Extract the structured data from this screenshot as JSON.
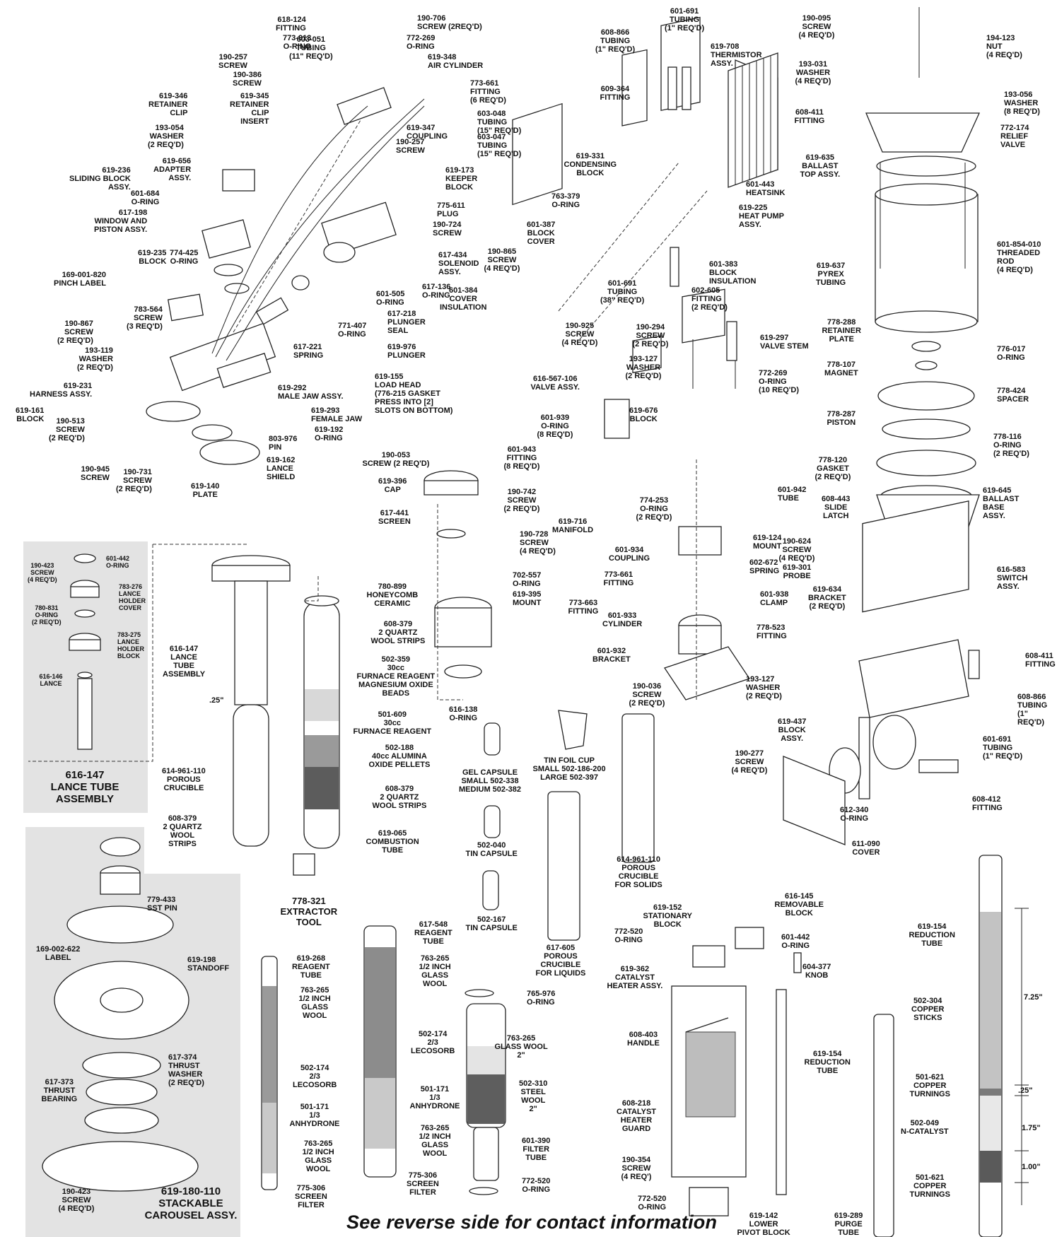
{
  "footer": "See reverse side for contact information",
  "insets": {
    "lance": {
      "title": "616-147\nLANCE TUBE\nASSEMBLY"
    },
    "carousel": {
      "title": "619-180-110\nSTACKABLE\nCAROUSEL ASSY."
    }
  },
  "dimensions": {
    "lance_gap": ".25\"",
    "reduction_top": "7.25\"",
    "reduction_mid1": ".25\"",
    "reduction_mid2": "1.75\"",
    "reduction_bottom": "1.00\""
  },
  "callouts": [
    {
      "text": "618-124\nFITTING",
      "id": "c618-124"
    },
    {
      "text": "773-913\nO-RING",
      "id": "c773-913"
    },
    {
      "text": "190-706\nSCREW (2REQ'D)",
      "id": "c190-706"
    },
    {
      "text": "772-269\nO-RING",
      "id": "c772-269a"
    },
    {
      "text": "603-051\nTUBING\n(11\" REQ'D)",
      "id": "c603-051"
    },
    {
      "text": "619-348\nAIR CYLINDER",
      "id": "c619-348"
    },
    {
      "text": "190-257\nSCREW",
      "id": "c190-257a"
    },
    {
      "text": "190-386\nSCREW",
      "id": "c190-386"
    },
    {
      "text": "773-661\nFITTING\n(6 REQ'D)",
      "id": "c773-661a"
    },
    {
      "text": "619-346\nRETAINER\nCLIP",
      "id": "c619-346"
    },
    {
      "text": "619-345\nRETAINER\nCLIP\nINSERT",
      "id": "c619-345"
    },
    {
      "text": "603-048\nTUBING\n(15\" REQ'D)",
      "id": "c603-048"
    },
    {
      "text": "619-347\nCOUPLING",
      "id": "c619-347"
    },
    {
      "text": "193-054\nWASHER\n(2 REQ'D)",
      "id": "c193-054"
    },
    {
      "text": "603-047\nTUBING\n(15\" REQ'D)",
      "id": "c603-047"
    },
    {
      "text": "190-257\nSCREW",
      "id": "c190-257b"
    },
    {
      "text": "619-656\nADAPTER\nASSY.",
      "id": "c619-656"
    },
    {
      "text": "619-236\nSLIDING BLOCK\nASSY.",
      "id": "c619-236"
    },
    {
      "text": "619-173\nKEEPER\nBLOCK",
      "id": "c619-173"
    },
    {
      "text": "601-684\nO-RING",
      "id": "c601-684"
    },
    {
      "text": "775-611\nPLUG",
      "id": "c775-611"
    },
    {
      "text": "617-198\nWINDOW AND\nPISTON ASSY.",
      "id": "c617-198"
    },
    {
      "text": "190-724\nSCREW",
      "id": "c190-724"
    },
    {
      "text": "619-235\nBLOCK",
      "id": "c619-235"
    },
    {
      "text": "774-425\nO-RING",
      "id": "c774-425"
    },
    {
      "text": "617-434\nSOLENOID\nASSY.",
      "id": "c617-434"
    },
    {
      "text": "169-001-820\nPINCH LABEL",
      "id": "c169-001-820"
    },
    {
      "text": "617-136\nO-RING",
      "id": "c617-136"
    },
    {
      "text": "601-505\nO-RING",
      "id": "c601-505"
    },
    {
      "text": "783-564\nSCREW\n(3 REQ'D)",
      "id": "c783-564"
    },
    {
      "text": "617-218\nPLUNGER\nSEAL",
      "id": "c617-218"
    },
    {
      "text": "771-407\nO-RING",
      "id": "c771-407"
    },
    {
      "text": "190-867\nSCREW\n(2 REQ'D)",
      "id": "c190-867"
    },
    {
      "text": "617-221\nSPRING",
      "id": "c617-221"
    },
    {
      "text": "619-976\nPLUNGER",
      "id": "c619-976"
    },
    {
      "text": "193-119\nWASHER\n(2 REQ'D)",
      "id": "c193-119"
    },
    {
      "text": "619-155\nLOAD HEAD\n(776-215 GASKET\nPRESS INTO [2]\nSLOTS ON BOTTOM)",
      "id": "c619-155"
    },
    {
      "text": "619-231\nHARNESS ASSY.",
      "id": "c619-231"
    },
    {
      "text": "619-292\nMALE JAW ASSY.",
      "id": "c619-292"
    },
    {
      "text": "619-161\nBLOCK",
      "id": "c619-161"
    },
    {
      "text": "619-293\nFEMALE JAW",
      "id": "c619-293"
    },
    {
      "text": "190-513\nSCREW\n(2 REQ'D)",
      "id": "c190-513"
    },
    {
      "text": "619-192\nO-RING",
      "id": "c619-192"
    },
    {
      "text": "803-976\nPIN",
      "id": "c803-976"
    },
    {
      "text": "190-945\nSCREW",
      "id": "c190-945"
    },
    {
      "text": "190-731\nSCREW\n(2 REQ'D)",
      "id": "c190-731"
    },
    {
      "text": "619-162\nLANCE\nSHIELD",
      "id": "c619-162"
    },
    {
      "text": "619-140\nPLATE",
      "id": "c619-140"
    },
    {
      "text": "601-691\nTUBING\n(1\" REQ'D)",
      "id": "c601-691a"
    },
    {
      "text": "608-866\nTUBING\n(1\" REQ'D)",
      "id": "c608-866a"
    },
    {
      "text": "619-708\nTHERMISTOR\nASSY.",
      "id": "c619-708"
    },
    {
      "text": "609-364\nFITTING",
      "id": "c609-364"
    },
    {
      "text": "619-331\nCONDENSING\nBLOCK",
      "id": "c619-331"
    },
    {
      "text": "601-443\nHEATSINK",
      "id": "c601-443"
    },
    {
      "text": "763-379\nO-RING",
      "id": "c763-379"
    },
    {
      "text": "619-225\nHEAT PUMP\nASSY.",
      "id": "c619-225"
    },
    {
      "text": "601-387\nBLOCK\nCOVER",
      "id": "c601-387"
    },
    {
      "text": "190-865\nSCREW\n(4 REQ'D)",
      "id": "c190-865"
    },
    {
      "text": "601-383\nBLOCK\nINSULATION",
      "id": "c601-383"
    },
    {
      "text": "601-384\nCOVER\nINSULATION",
      "id": "c601-384"
    },
    {
      "text": "601-691\nTUBING\n(38\" REQ'D)",
      "id": "c601-691b"
    },
    {
      "text": "602-605\nFITTING\n(2 REQ'D)",
      "id": "c602-605"
    },
    {
      "text": "190-925\nSCREW\n(4 REQ'D)",
      "id": "c190-925"
    },
    {
      "text": "190-095\nSCREW\n(4 REQ'D)",
      "id": "c190-095"
    },
    {
      "text": "194-123\nNUT\n(4 REQ'D)",
      "id": "c194-123"
    },
    {
      "text": "193-031\nWASHER\n(4 REQ'D)",
      "id": "c193-031"
    },
    {
      "text": "193-056\nWASHER\n(8 REQ'D)",
      "id": "c193-056"
    },
    {
      "text": "608-411\nFITTING",
      "id": "c608-411a"
    },
    {
      "text": "772-174\nRELIEF\nVALVE",
      "id": "c772-174"
    },
    {
      "text": "619-635\nBALLAST\nTOP ASSY.",
      "id": "c619-635"
    },
    {
      "text": "601-854-010\nTHREADED\nROD\n(4 REQ'D)",
      "id": "c601-854-010"
    },
    {
      "text": "619-637\nPYREX\nTUBING",
      "id": "c619-637"
    },
    {
      "text": "778-288\nRETAINER\nPLATE",
      "id": "c778-288"
    },
    {
      "text": "776-017\nO-RING",
      "id": "c776-017"
    },
    {
      "text": "778-107\nMAGNET",
      "id": "c778-107"
    },
    {
      "text": "778-424\nSPACER",
      "id": "c778-424"
    },
    {
      "text": "778-287\nPISTON",
      "id": "c778-287"
    },
    {
      "text": "778-116\nO-RING\n(2 REQ'D)",
      "id": "c778-116"
    },
    {
      "text": "778-120\nGASKET\n(2 REQ'D)",
      "id": "c778-120"
    },
    {
      "text": "619-645\nBALLAST\nBASE\nASSY.",
      "id": "c619-645"
    },
    {
      "text": "608-443\nSLIDE\nLATCH",
      "id": "c608-443"
    },
    {
      "text": "190-624\nSCREW\n(4 REQ'D)",
      "id": "c190-624"
    },
    {
      "text": "619-301\nPROBE",
      "id": "c619-301"
    },
    {
      "text": "616-583\nSWITCH\nASSY.",
      "id": "c616-583"
    },
    {
      "text": "619-634\nBRACKET\n(2 REQ'D)",
      "id": "c619-634"
    },
    {
      "text": "190-294\nSCREW\n(2 REQ'D)",
      "id": "c190-294"
    },
    {
      "text": "619-297\nVALVE STEM",
      "id": "c619-297"
    },
    {
      "text": "193-127\nWASHER\n(2 REQ'D)",
      "id": "c193-127a"
    },
    {
      "text": "772-269\nO-RING\n(10 REQ'D)",
      "id": "c772-269b"
    },
    {
      "text": "616-567-106\nVALVE ASSY.",
      "id": "c616-567-106"
    },
    {
      "text": "619-676\nBLOCK",
      "id": "c619-676"
    },
    {
      "text": "601-939\nO-RING\n(8 REQ'D)",
      "id": "c601-939"
    },
    {
      "text": "601-943\nFITTING\n(8 REQ'D)",
      "id": "c601-943"
    },
    {
      "text": "190-742\nSCREW\n(2 REQ'D)",
      "id": "c190-742"
    },
    {
      "text": "774-253\nO-RING\n(2 REQ'D)",
      "id": "c774-253"
    },
    {
      "text": "601-942\nTUBE",
      "id": "c601-942"
    },
    {
      "text": "619-716\nMANIFOLD",
      "id": "c619-716"
    },
    {
      "text": "619-124\nMOUNT",
      "id": "c619-124"
    },
    {
      "text": "601-934\nCOUPLING",
      "id": "c601-934"
    },
    {
      "text": "602-672\nSPRING",
      "id": "c602-672"
    },
    {
      "text": "773-661\nFITTING",
      "id": "c773-661b"
    },
    {
      "text": "601-938\nCLAMP",
      "id": "c601-938"
    },
    {
      "text": "773-663\nFITTING",
      "id": "c773-663"
    },
    {
      "text": "601-933\nCYLINDER",
      "id": "c601-933"
    },
    {
      "text": "778-523\nFITTING",
      "id": "c778-523"
    },
    {
      "text": "601-932\nBRACKET",
      "id": "c601-932"
    },
    {
      "text": "193-127\nWASHER\n(2 REQ'D)",
      "id": "c193-127b"
    },
    {
      "text": "190-036\nSCREW\n(2 REQ'D)",
      "id": "c190-036"
    },
    {
      "text": "190-053\nSCREW (2 REQ'D)",
      "id": "c190-053"
    },
    {
      "text": "619-396\nCAP",
      "id": "c619-396"
    },
    {
      "text": "617-441\nSCREEN",
      "id": "c617-441"
    },
    {
      "text": "190-728\nSCREW\n(4 REQ'D)",
      "id": "c190-728"
    },
    {
      "text": "702-557\nO-RING",
      "id": "c702-557"
    },
    {
      "text": "619-395\nMOUNT",
      "id": "c619-395"
    },
    {
      "text": "616-138\nO-RING",
      "id": "c616-138"
    },
    {
      "text": "601-442\nO-RING",
      "id": "c601-442a",
      "sm": true
    },
    {
      "text": "190-423\nSCREW\n(4 REQ'D)",
      "id": "c190-423a",
      "sm": true
    },
    {
      "text": "783-276\nLANCE\nHOLDER\nCOVER",
      "id": "c783-276",
      "sm": true
    },
    {
      "text": "780-831\nO-RING\n(2 REQ'D)",
      "id": "c780-831",
      "sm": true
    },
    {
      "text": "783-275\nLANCE\nHOLDER\nBLOCK",
      "id": "c783-275",
      "sm": true
    },
    {
      "text": "616-146\nLANCE",
      "id": "c616-146",
      "sm": true
    },
    {
      "text": "616-147\nLANCE\nTUBE\nASSEMBLY",
      "id": "c616-147"
    },
    {
      "text": "614-961-110\nPOROUS\nCRUCIBLE",
      "id": "c614-961-110a"
    },
    {
      "text": "608-379\n2 QUARTZ\nWOOL\nSTRIPS",
      "id": "c608-379a"
    },
    {
      "text": "780-899\nHONEYCOMB\nCERAMIC",
      "id": "c780-899"
    },
    {
      "text": "608-379\n2  QUARTZ\nWOOL STRIPS",
      "id": "c608-379b"
    },
    {
      "text": "502-359\n30cc\nFURNACE REAGENT\nMAGNESIUM OXIDE\nBEADS",
      "id": "c502-359"
    },
    {
      "text": "501-609\n30cc\nFURNACE REAGENT",
      "id": "c501-609"
    },
    {
      "text": "502-188\n40cc ALUMINA\nOXIDE PELLETS",
      "id": "c502-188"
    },
    {
      "text": "608-379\n2 QUARTZ\nWOOL STRIPS",
      "id": "c608-379c"
    },
    {
      "text": "619-065\nCOMBUSTION\nTUBE",
      "id": "c619-065"
    },
    {
      "text": "778-321\nEXTRACTOR\nTOOL",
      "id": "c778-321",
      "big": true
    },
    {
      "text": "GEL CAPSULE\nSMALL 502-338\nMEDIUM 502-382",
      "id": "c-gel"
    },
    {
      "text": "TIN FOIL CUP\nSMALL 502-186-200\nLARGE 502-397",
      "id": "c-tinfoil"
    },
    {
      "text": "502-040\nTIN CAPSULE",
      "id": "c502-040"
    },
    {
      "text": "614-961-110\nPOROUS\nCRUCIBLE\nFOR SOLIDS",
      "id": "c614-961-110b"
    },
    {
      "text": "502-167\nTIN CAPSULE",
      "id": "c502-167"
    },
    {
      "text": "617-605\nPOROUS\nCRUCIBLE\nFOR LIQUIDS",
      "id": "c617-605"
    },
    {
      "text": "608-411\nFITTING",
      "id": "c608-411b"
    },
    {
      "text": "608-866\nTUBING\n(1\" REQ'D)",
      "id": "c608-866b"
    },
    {
      "text": "619-437\nBLOCK\nASSY.",
      "id": "c619-437"
    },
    {
      "text": "601-691\nTUBING\n(1\" REQ'D)",
      "id": "c601-691c"
    },
    {
      "text": "190-277\nSCREW\n(4 REQ'D)",
      "id": "c190-277"
    },
    {
      "text": "608-412\nFITTING",
      "id": "c608-412"
    },
    {
      "text": "612-340\nO-RING",
      "id": "c612-340"
    },
    {
      "text": "611-090\nCOVER",
      "id": "c611-090"
    },
    {
      "text": "779-433\nSST PIN",
      "id": "c779-433"
    },
    {
      "text": "169-002-622\nLABEL",
      "id": "c169-002-622"
    },
    {
      "text": "619-198\nSTANDOFF",
      "id": "c619-198"
    },
    {
      "text": "617-374\nTHRUST\nWASHER\n(2 REQ'D)",
      "id": "c617-374"
    },
    {
      "text": "617-373\nTHRUST\nBEARING",
      "id": "c617-373"
    },
    {
      "text": "190-423\nSCREW\n(4 REQ'D)",
      "id": "c190-423b"
    },
    {
      "text": "619-268\nREAGENT\nTUBE",
      "id": "c619-268"
    },
    {
      "text": "763-265\n1/2 INCH\nGLASS\nWOOL",
      "id": "c763-265a"
    },
    {
      "text": "502-174\n2/3\nLECOSORB",
      "id": "c502-174a"
    },
    {
      "text": "501-171\n1/3\nANHYDRONE",
      "id": "c501-171a"
    },
    {
      "text": "763-265\n1/2 INCH\nGLASS\nWOOL",
      "id": "c763-265b"
    },
    {
      "text": "775-306\nSCREEN\nFILTER",
      "id": "c775-306a"
    },
    {
      "text": "617-548\nREAGENT\nTUBE",
      "id": "c617-548"
    },
    {
      "text": "763-265\n1/2 INCH\nGLASS\nWOOL",
      "id": "c763-265c"
    },
    {
      "text": "502-174\n2/3\nLECOSORB",
      "id": "c502-174b"
    },
    {
      "text": "501-171\n1/3\nANHYDRONE",
      "id": "c501-171b"
    },
    {
      "text": "763-265\n1/2 INCH\nGLASS\nWOOL",
      "id": "c763-265d"
    },
    {
      "text": "775-306\nSCREEN\nFILTER",
      "id": "c775-306b"
    },
    {
      "text": "765-976\nO-RING",
      "id": "c765-976"
    },
    {
      "text": "763-265\nGLASS WOOL\n2\"",
      "id": "c763-265e"
    },
    {
      "text": "502-310\nSTEEL\nWOOL\n2\"",
      "id": "c502-310"
    },
    {
      "text": "601-390\nFILTER\nTUBE",
      "id": "c601-390"
    },
    {
      "text": "772-520\nO-RING",
      "id": "c772-520a"
    },
    {
      "text": "619-152\nSTATIONARY\nBLOCK",
      "id": "c619-152"
    },
    {
      "text": "616-145\nREMOVABLE\nBLOCK",
      "id": "c616-145"
    },
    {
      "text": "772-520\nO-RING",
      "id": "c772-520b"
    },
    {
      "text": "601-442\nO-RING",
      "id": "c601-442b"
    },
    {
      "text": "619-362\nCATALYST\nHEATER ASSY.",
      "id": "c619-362"
    },
    {
      "text": "604-377\nKNOB",
      "id": "c604-377"
    },
    {
      "text": "608-403\nHANDLE",
      "id": "c608-403"
    },
    {
      "text": "619-154\nREDUCTION\nTUBE",
      "id": "c619-154a"
    },
    {
      "text": "608-218\nCATALYST\nHEATER\nGUARD",
      "id": "c608-218"
    },
    {
      "text": "190-354\nSCREW\n(4 REQ')",
      "id": "c190-354"
    },
    {
      "text": "772-520\nO-RING",
      "id": "c772-520c"
    },
    {
      "text": "619-142\nLOWER\nPIVOT BLOCK",
      "id": "c619-142"
    },
    {
      "text": "619-154\nREDUCTION\nTUBE",
      "id": "c619-154b"
    },
    {
      "text": "502-304\nCOPPER\nSTICKS",
      "id": "c502-304"
    },
    {
      "text": "501-621\nCOPPER\nTURNINGS",
      "id": "c501-621a"
    },
    {
      "text": "502-049\nN-CATALYST",
      "id": "c502-049"
    },
    {
      "text": "501-621\nCOPPER\nTURNINGS",
      "id": "c501-621b"
    },
    {
      "text": "619-289\nPURGE\nTUBE",
      "id": "c619-289"
    }
  ]
}
